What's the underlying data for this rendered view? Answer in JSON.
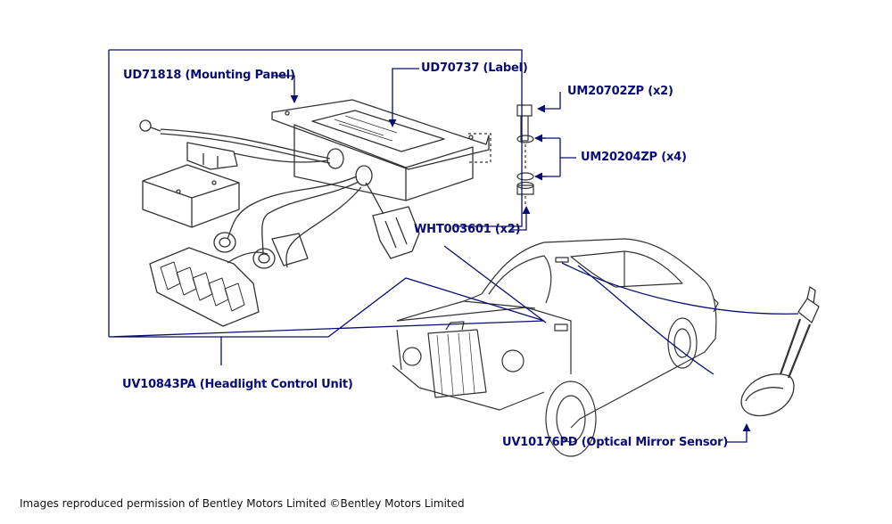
{
  "labels": {
    "mounting_panel": "UD71818 (Mounting Panel)",
    "label": "UD70737 (Label)",
    "bolt": "UM20702ZP (x2)",
    "washer": "UM20204ZP (x4)",
    "connector": "WHT003601 (x2)",
    "control_unit": "UV10843PA (Headlight Control Unit)",
    "sensor": "UV10176PD (Optical Mirror Sensor)"
  },
  "credit": "Images reproduced permission of Bentley Motors Limited ©Bentley Motors Limited",
  "colors": {
    "callout": "#0a0d73",
    "drawing": "#333333"
  }
}
